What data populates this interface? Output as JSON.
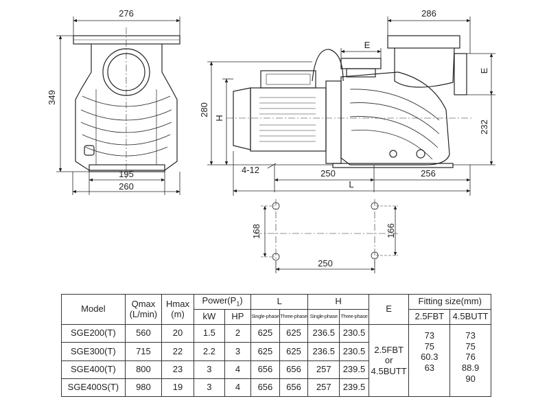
{
  "drawing": {
    "front_view": {
      "width_top": "276",
      "height": "349",
      "base_inner": "195",
      "base_outer": "260"
    },
    "side_view": {
      "top_right": "286",
      "e_top": "E",
      "e_right": "E",
      "h_280": "280",
      "h_label": "H",
      "h_232": "232",
      "bolt": "4-12",
      "base_250": "250",
      "base_256": "256",
      "length_label": "L"
    },
    "footprint": {
      "left": "168",
      "right": "166",
      "width": "250"
    }
  },
  "table": {
    "headers": {
      "model": "Model",
      "qmax": "Qmax",
      "qmax_unit": "(L/min)",
      "hmax": "Hmax",
      "hmax_unit": "(m)",
      "power_prefix": "Power(P",
      "power_sub": "1",
      "power_suffix": ")",
      "l": "L",
      "h": "H",
      "e": "E",
      "fitting": "Fitting size(mm)",
      "kw": "kW",
      "hp": "HP",
      "single_phase": "Single-phase",
      "three_phase": "Three-phase",
      "fbt": "2.5FBT",
      "butt": "4.5BUTT"
    },
    "rows": [
      {
        "model": "SGE200(T)",
        "qmax": "560",
        "hmax": "20",
        "kw": "1.5",
        "hp": "2",
        "l1": "625",
        "l3": "625",
        "h1": "236.5",
        "h3": "230.5"
      },
      {
        "model": "SGE300(T)",
        "qmax": "715",
        "hmax": "22",
        "kw": "2.2",
        "hp": "3",
        "l1": "625",
        "l3": "625",
        "h1": "236.5",
        "h3": "230.5"
      },
      {
        "model": "SGE400(T)",
        "qmax": "800",
        "hmax": "23",
        "kw": "3",
        "hp": "4",
        "l1": "656",
        "l3": "656",
        "h1": "257",
        "h3": "239.5"
      },
      {
        "model": "SGE400S(T)",
        "qmax": "980",
        "hmax": "19",
        "kw": "3",
        "hp": "4",
        "l1": "656",
        "l3": "656",
        "h1": "257",
        "h3": "239.5"
      }
    ],
    "e_value": {
      "line1": "2.5FBT",
      "line2": "or",
      "line3": "4.5BUTT"
    },
    "fbt_values": [
      "73",
      "75",
      "60.3",
      "63"
    ],
    "butt_values": [
      "73",
      "75",
      "76",
      "88.9",
      "90"
    ]
  }
}
